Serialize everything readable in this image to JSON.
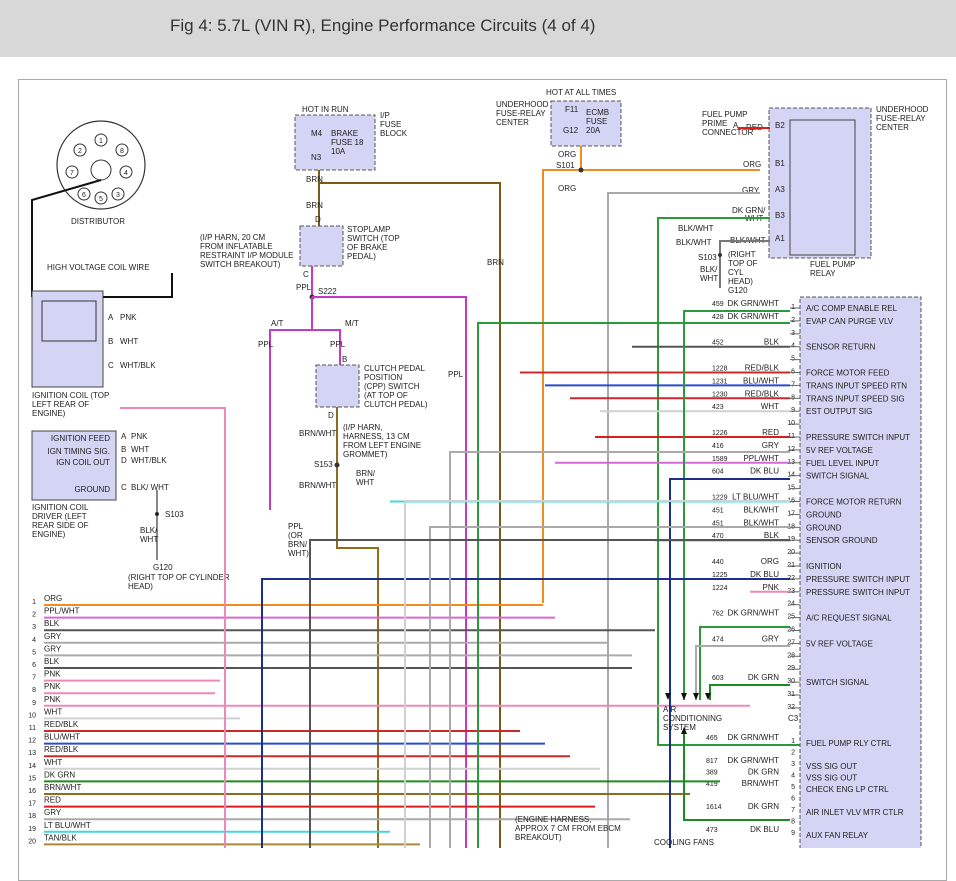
{
  "title": "Fig 4: 5.7L (VIN R), Engine Performance Circuits (4 of 4)",
  "top_labels": {
    "hot_in_run": "HOT IN RUN",
    "hot_at_all_times": "HOT AT ALL TIMES",
    "brake_fuse": "BRAKE FUSE 18 10A",
    "ip_fuse_block": "I/P FUSE BLOCK",
    "ecmb_fuse": "ECMB FUSE 20A",
    "underhood_fuse_relay_center": "UNDERHOOD FUSE-RELAY CENTER",
    "underhood_fuse_relay_center_right": "UNDERHOOD FUSE-RELAY CENTER",
    "fuel_pump_prime_connector": "FUEL PUMP PRIME CONNECTOR",
    "fuel_pump_relay": "FUEL PUMP RELAY",
    "distributor": "DISTRIBUTOR",
    "high_voltage_coil_wire": "HIGH VOLTAGE COIL WIRE",
    "ignition_coil": "IGNITION COIL (TOP LEFT REAR OF ENGINE)",
    "ignition_coil_driver": "IGNITION COIL DRIVER (LEFT REAR SIDE OF ENGINE)",
    "stoplamp_switch": "STOPLAMP SWITCH (TOP OF BRAKE PEDAL)",
    "ip_harness_note": "(I/P HARN, 20 CM FROM INFLATABLE RESTRAINT I/P MODULE SWITCH BREAKOUT)",
    "clutch_switch": "CLUTCH PEDAL POSITION (CPP) SWITCH (AT TOP OF CLUTCH PEDAL)",
    "ip_harness_13cm": "(I/P HARN, HARNESS, 13 CM FROM LEFT ENGINE GROMMET)",
    "g120_note": "(RIGHT TOP OF CYLINDER HEAD)",
    "g120_right_note": "(RIGHT TOP OF CYL HEAD)",
    "engine_harness_note": "(ENGINE HARNESS, APPROX 7 CM FROM EBCM BREAKOUT)",
    "ac_system": "AIR CONDITIONING SYSTEM",
    "cooling_fans": "COOLING FANS",
    "ppl_or": "PPL (OR BRN/ WHT)"
  },
  "coil_driver_pins": [
    {
      "pin": "A",
      "name": "IGNITION FEED",
      "wire": "PNK"
    },
    {
      "pin": "B",
      "name": "IGN TIMING SIG.",
      "wire": "WHT"
    },
    {
      "pin": "D",
      "name": "IGN COIL OUT",
      "wire": "WHT/BLK"
    },
    {
      "pin": "C",
      "name": "GROUND",
      "wire": "BLK/ WHT"
    }
  ],
  "pcm_c2": [
    {
      "n": "1",
      "circ": "459",
      "wire": "DK GRN/WHT",
      "func": "A/C COMP ENABLE REL"
    },
    {
      "n": "2",
      "circ": "428",
      "wire": "DK GRN/WHT",
      "func": "EVAP CAN PURGE VLV"
    },
    {
      "n": "3",
      "circ": "",
      "wire": "",
      "func": ""
    },
    {
      "n": "4",
      "circ": "452",
      "wire": "BLK",
      "func": "SENSOR RETURN"
    },
    {
      "n": "5",
      "circ": "",
      "wire": "",
      "func": ""
    },
    {
      "n": "6",
      "circ": "1228",
      "wire": "RED/BLK",
      "func": "FORCE MOTOR FEED"
    },
    {
      "n": "7",
      "circ": "1231",
      "wire": "BLU/WHT",
      "func": "TRANS INPUT SPEED RTN"
    },
    {
      "n": "8",
      "circ": "1230",
      "wire": "RED/BLK",
      "func": "TRANS INPUT SPEED SIG"
    },
    {
      "n": "9",
      "circ": "423",
      "wire": "WHT",
      "func": "EST OUTPUT SIG"
    },
    {
      "n": "10",
      "circ": "",
      "wire": "",
      "func": ""
    },
    {
      "n": "11",
      "circ": "1226",
      "wire": "RED",
      "func": "PRESSURE SWITCH INPUT"
    },
    {
      "n": "12",
      "circ": "416",
      "wire": "GRY",
      "func": "5V REF VOLTAGE"
    },
    {
      "n": "13",
      "circ": "1589",
      "wire": "PPL/WHT",
      "func": "FUEL LEVEL INPUT"
    },
    {
      "n": "14",
      "circ": "604",
      "wire": "DK BLU",
      "func": "SWITCH SIGNAL"
    },
    {
      "n": "15",
      "circ": "",
      "wire": "",
      "func": ""
    },
    {
      "n": "16",
      "circ": "1229",
      "wire": "LT BLU/WHT",
      "func": "FORCE MOTOR RETURN"
    },
    {
      "n": "17",
      "circ": "451",
      "wire": "BLK/WHT",
      "func": "GROUND"
    },
    {
      "n": "18",
      "circ": "451",
      "wire": "BLK/WHT",
      "func": "GROUND"
    },
    {
      "n": "19",
      "circ": "470",
      "wire": "BLK",
      "func": "SENSOR GROUND"
    },
    {
      "n": "20",
      "circ": "",
      "wire": "",
      "func": ""
    },
    {
      "n": "21",
      "circ": "440",
      "wire": "ORG",
      "func": "IGNITION"
    },
    {
      "n": "22",
      "circ": "1225",
      "wire": "DK BLU",
      "func": "PRESSURE SWITCH INPUT"
    },
    {
      "n": "23",
      "circ": "1224",
      "wire": "PNK",
      "func": "PRESSURE SWITCH INPUT"
    },
    {
      "n": "24",
      "circ": "",
      "wire": "",
      "func": ""
    },
    {
      "n": "25",
      "circ": "762",
      "wire": "DK GRN/WHT",
      "func": "A/C REQUEST SIGNAL"
    },
    {
      "n": "26",
      "circ": "",
      "wire": "",
      "func": ""
    },
    {
      "n": "27",
      "circ": "474",
      "wire": "GRY",
      "func": "5V REF VOLTAGE"
    },
    {
      "n": "28",
      "circ": "",
      "wire": "",
      "func": ""
    },
    {
      "n": "29",
      "circ": "",
      "wire": "",
      "func": ""
    },
    {
      "n": "30",
      "circ": "603",
      "wire": "DK GRN",
      "func": "SWITCH SIGNAL"
    },
    {
      "n": "31",
      "circ": "",
      "wire": "",
      "func": ""
    },
    {
      "n": "32",
      "circ": "",
      "wire": "",
      "func": ""
    }
  ],
  "pcm_c3": [
    {
      "n": "1",
      "circ": "465",
      "wire": "DK GRN/WHT",
      "func": "FUEL PUMP RLY CTRL"
    },
    {
      "n": "2",
      "circ": "",
      "wire": "",
      "func": ""
    },
    {
      "n": "3",
      "circ": "817",
      "wire": "DK GRN/WHT",
      "func": "VSS SIG OUT"
    },
    {
      "n": "4",
      "circ": "389",
      "wire": "DK GRN",
      "func": "VSS SIG OUT"
    },
    {
      "n": "5",
      "circ": "419",
      "wire": "BRN/WHT",
      "func": "CHECK ENG LP CTRL"
    },
    {
      "n": "6",
      "circ": "",
      "wire": "",
      "func": ""
    },
    {
      "n": "7",
      "circ": "1614",
      "wire": "DK GRN",
      "func": "AIR INLET VLV MTR CTLR"
    },
    {
      "n": "8",
      "circ": "",
      "wire": "",
      "func": ""
    },
    {
      "n": "9",
      "circ": "473",
      "wire": "DK BLU",
      "func": "AUX FAN RELAY"
    }
  ],
  "c3_label": "C3",
  "left_connector": [
    {
      "n": "1",
      "wire": "ORG"
    },
    {
      "n": "2",
      "wire": "PPL/WHT"
    },
    {
      "n": "3",
      "wire": "BLK"
    },
    {
      "n": "4",
      "wire": "GRY"
    },
    {
      "n": "5",
      "wire": "GRY"
    },
    {
      "n": "6",
      "wire": "BLK"
    },
    {
      "n": "7",
      "wire": "PNK"
    },
    {
      "n": "8",
      "wire": "PNK"
    },
    {
      "n": "9",
      "wire": "PNK"
    },
    {
      "n": "10",
      "wire": "WHT"
    },
    {
      "n": "11",
      "wire": "RED/BLK"
    },
    {
      "n": "12",
      "wire": "BLU/WHT"
    },
    {
      "n": "13",
      "wire": "RED/BLK"
    },
    {
      "n": "14",
      "wire": "WHT"
    },
    {
      "n": "15",
      "wire": "DK GRN"
    },
    {
      "n": "16",
      "wire": "BRN/WHT"
    },
    {
      "n": "17",
      "wire": "RED"
    },
    {
      "n": "18",
      "wire": "GRY"
    },
    {
      "n": "19",
      "wire": "LT BLU/WHT"
    },
    {
      "n": "20",
      "wire": "TAN/BLK"
    }
  ],
  "wire_labels": {
    "brn": "BRN",
    "ppl": "PPL",
    "at": "A/T",
    "mt": "M/T",
    "org": "ORG",
    "red": "RED",
    "gry": "GRY",
    "dkgrn_wht": "DK GRN/ WHT",
    "blk_wht": "BLK/WHT",
    "blk_wht2": "BLK/ WHT",
    "brn_wht": "BRN/WHT",
    "brn_wht2": "BRN/ WHT",
    "pnk": "PNK",
    "wht": "WHT",
    "wht_blk": "WHT/BLK"
  },
  "splices": {
    "s101": "S101",
    "s103": "S103",
    "s153": "S153",
    "s222": "S222",
    "g120": "G120",
    "f11": "F11",
    "g12": "G12",
    "m4": "M4",
    "n3": "N3"
  },
  "relay_pins": {
    "b2": "B2",
    "b1": "B1",
    "a3": "A3",
    "b3": "B3",
    "a1": "A1",
    "a": "A"
  },
  "colors": {
    "ORG": "#f28c1e",
    "PPL": "#c43ac4",
    "PPL/WHT": "#d46ad4",
    "BLK": "#555555",
    "GRY": "#aaaaaa",
    "PNK": "#ee88bb",
    "WHT": "#d0d0d0",
    "RED/BLK": "#cc2a2a",
    "BLU/WHT": "#2a4bd0",
    "DK GRN": "#1f8a1f",
    "BRN/WHT": "#8f6b1c",
    "RED": "#dd1c1c",
    "LT BLU/WHT": "#3fd8e0",
    "TAN/BLK": "#a88a3a",
    "BRN": "#7a5a16",
    "DK BLU": "#1c2f8a",
    "DK GRN/WHT": "#2a9a3a",
    "BLK/WHT": "#777777"
  }
}
